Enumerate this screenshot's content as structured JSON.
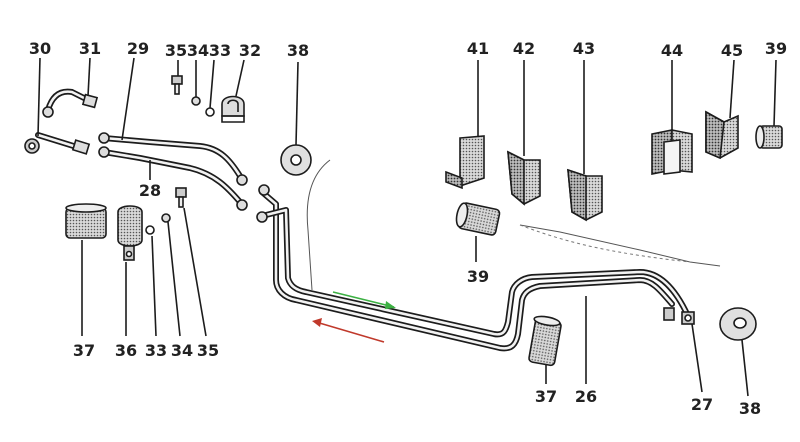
{
  "labels": {
    "l30": "30",
    "l31": "31",
    "l29": "29",
    "l35a": "35",
    "l34a": "34",
    "l33a": "33",
    "l32": "32",
    "l38a": "38",
    "l41": "41",
    "l42": "42",
    "l43": "43",
    "l44": "44",
    "l45": "45",
    "l39a": "39",
    "l28": "28",
    "l39b": "39",
    "l37a": "37",
    "l36": "36",
    "l33b": "33",
    "l34b": "34",
    "l35b": "35",
    "l37b": "37",
    "l26": "26",
    "l27": "27",
    "l38b": "38"
  },
  "colors": {
    "ink": "#1c1c1c",
    "flow_forward": "#3cb043",
    "flow_return": "#c0392b",
    "paper": "#ffffff"
  }
}
